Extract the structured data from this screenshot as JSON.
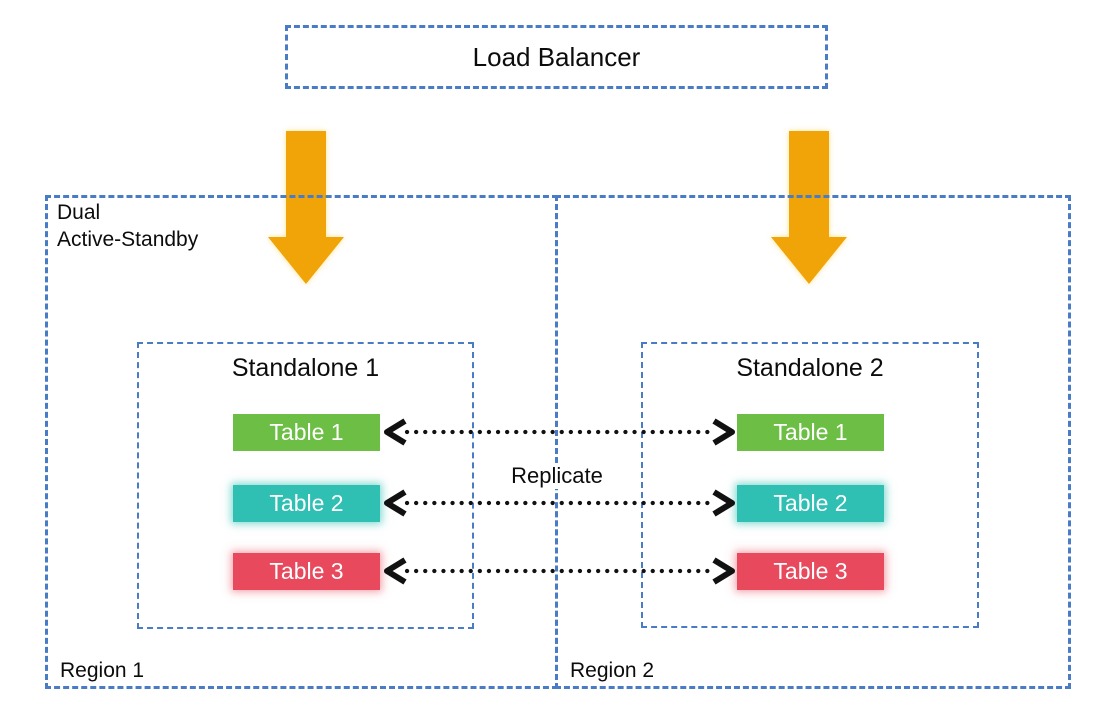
{
  "load_balancer": {
    "label": "Load Balancer"
  },
  "cluster": {
    "label_line1": "Dual",
    "label_line2": "Active-Standby"
  },
  "replicate": {
    "label": "Replicate"
  },
  "regions": [
    {
      "label": "Region 1",
      "standalone": {
        "title": "Standalone 1",
        "tables": [
          {
            "label": "Table 1",
            "color": "#6dbe45"
          },
          {
            "label": "Table 2",
            "color": "#2fbfb3"
          },
          {
            "label": "Table 3",
            "color": "#e8495c"
          }
        ]
      }
    },
    {
      "label": "Region 2",
      "standalone": {
        "title": "Standalone 2",
        "tables": [
          {
            "label": "Table 1",
            "color": "#6dbe45"
          },
          {
            "label": "Table 2",
            "color": "#2fbfb3"
          },
          {
            "label": "Table 3",
            "color": "#e8495c"
          }
        ]
      }
    }
  ],
  "colors": {
    "dashed_border_blue": "#4a7cc6",
    "down_arrow_gold": "#f0a408",
    "dotted_arrow_black": "#111111",
    "table_green": "#6dbe45",
    "table_teal": "#2fbfb3",
    "table_red": "#e8495c"
  }
}
